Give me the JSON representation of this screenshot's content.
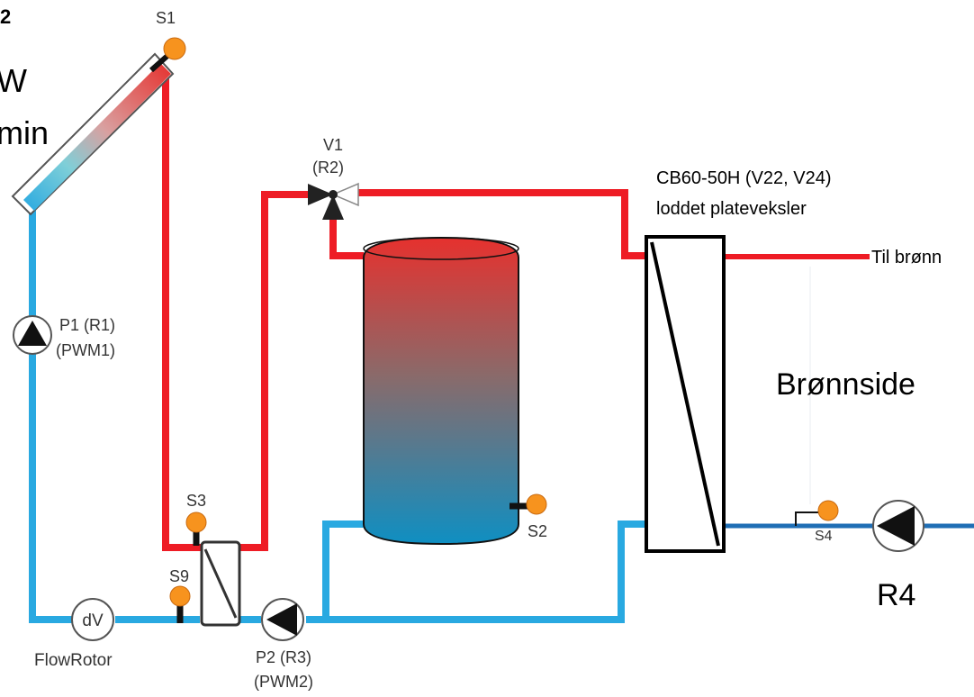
{
  "labels": {
    "corner_fragment": "2",
    "left_fragment_w": "W",
    "left_fragment_min": "min",
    "s1": "S1",
    "s2": "S2",
    "s3": "S3",
    "s4": "S4",
    "s9": "S9",
    "v1": "V1",
    "r2": "(R2)",
    "p1": "P1 (R1)",
    "pwm1": "(PWM1)",
    "p2": "P2 (R3)",
    "pwm2": "(PWM2)",
    "flow_meter_symbol": "dV",
    "flowrotor": "FlowRotor",
    "hx_model": "CB60-50H (V22, V24)",
    "hx_type": "loddet plateveksler",
    "til_bronn": "Til brønn",
    "bronnside": "Brønnside",
    "r4": "R4"
  },
  "colors": {
    "hot_pipe": "#ee1c25",
    "cold_pipe": "#29a9e1",
    "well_cold_pipe": "#1f6eb5",
    "sensor": "#f7931e",
    "tank_top": "#e6312e",
    "tank_bottom": "#0f8fc2"
  },
  "icons": {
    "sensor": "orange-dot-sensor",
    "pump": "circle-triangle-pump",
    "valve": "three-way-valve",
    "heat_exchanger": "rectangle-diagonal-exchanger",
    "flow_meter": "circle-dv-flow-meter"
  }
}
